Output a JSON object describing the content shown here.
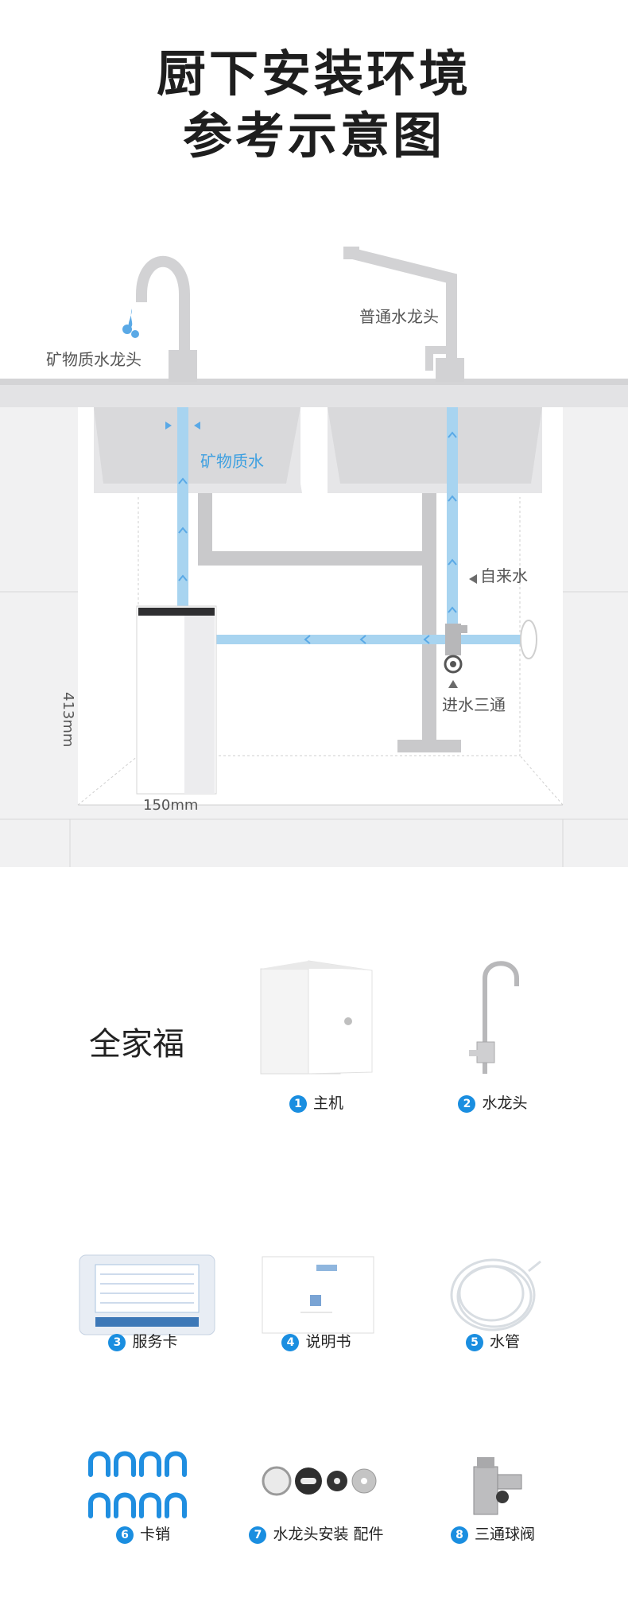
{
  "header": {
    "line1": "厨下安装环境",
    "line2": "参考示意图"
  },
  "diagram": {
    "mineral_faucet": "矿物质水龙头",
    "normal_faucet": "普通水龙头",
    "mineral_water": "矿物质水",
    "tap_water": "自来水",
    "inlet_tee": "进水三通",
    "height": "413mm",
    "width": "150mm"
  },
  "family": {
    "title": "全家福",
    "items": [
      {
        "num": "1",
        "label": "主机"
      },
      {
        "num": "2",
        "label": "水龙头"
      },
      {
        "num": "3",
        "label": "服务卡"
      },
      {
        "num": "4",
        "label": "说明书"
      },
      {
        "num": "5",
        "label": "水管"
      },
      {
        "num": "6",
        "label": "卡销"
      },
      {
        "num": "7",
        "label": "水龙头安装 配件"
      },
      {
        "num": "8",
        "label": "三通球阀"
      }
    ]
  },
  "colors": {
    "accent": "#1a8ee0",
    "pipe_blue": "#a8d4f0",
    "gray": "#c8c8c8"
  }
}
